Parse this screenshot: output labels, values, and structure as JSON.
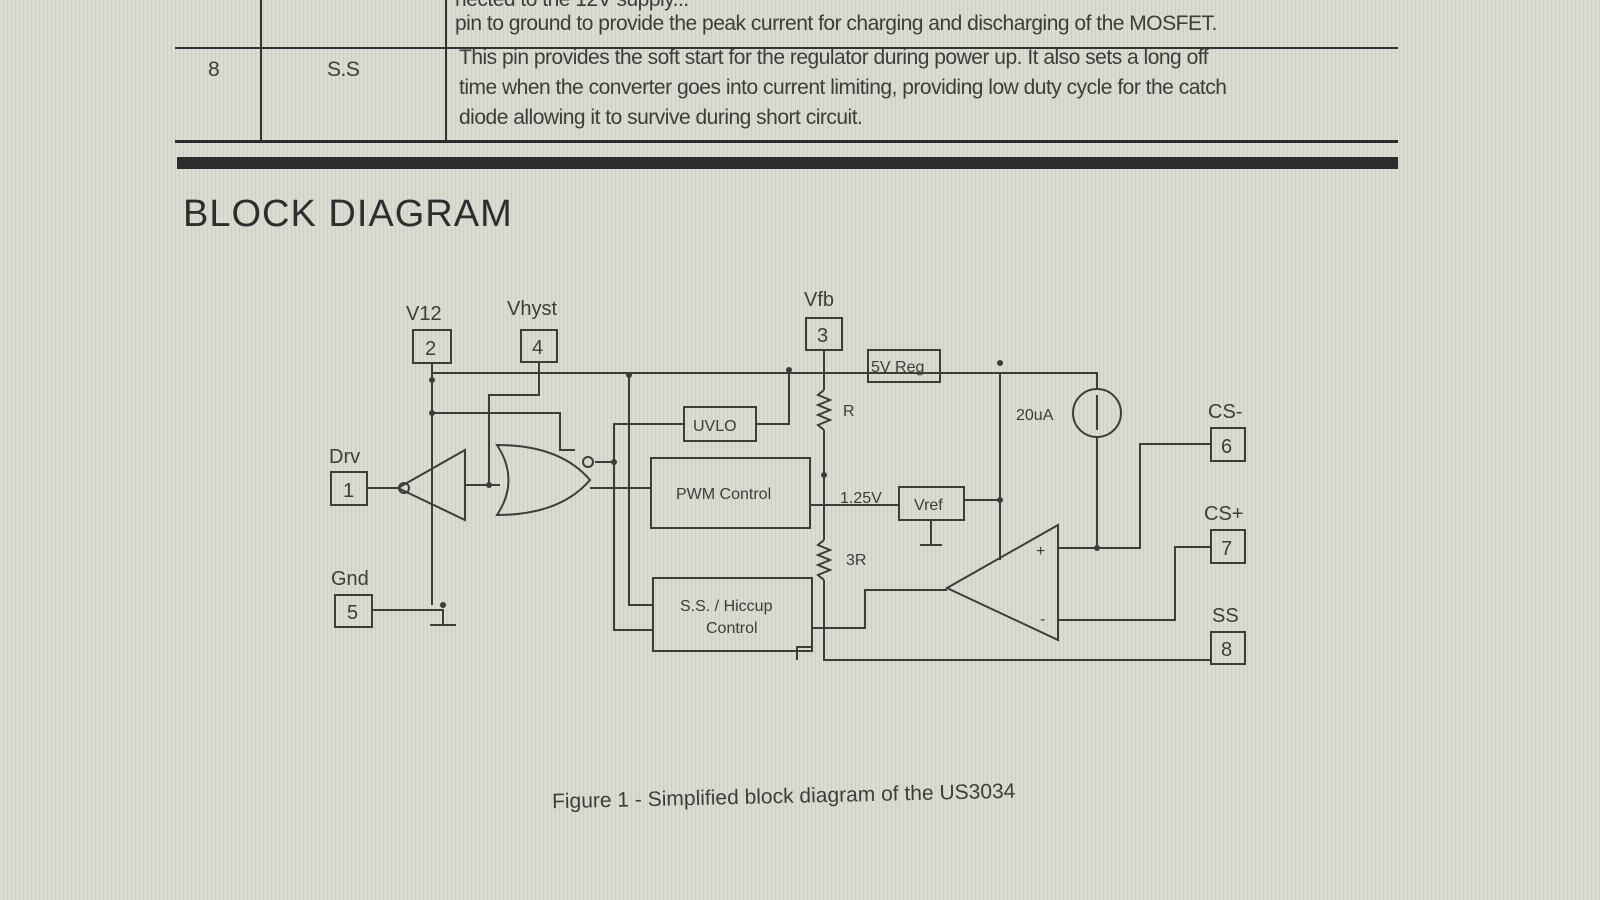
{
  "pin_table": {
    "rows": [
      {
        "number": "",
        "name": "",
        "description_lines": [
          "nected to the 12V supply...",
          "pin to ground to provide the peak current for charging and discharging of the MOSFET."
        ]
      },
      {
        "number": "8",
        "name": "S.S",
        "description_lines": [
          "This pin provides the soft start for the regulator during power up. It also sets a long off",
          "time when the converter goes into current limiting, providing low duty cycle for the catch",
          "diode allowing it to survive during short circuit."
        ]
      }
    ]
  },
  "section_heading": "BLOCK DIAGRAM",
  "diagram": {
    "pins": {
      "v12": {
        "label": "V12",
        "number": "2"
      },
      "vhyst": {
        "label": "Vhyst",
        "number": "4"
      },
      "vfb": {
        "label": "Vfb",
        "number": "3"
      },
      "drv": {
        "label": "Drv",
        "number": "1"
      },
      "gnd": {
        "label": "Gnd",
        "number": "5"
      },
      "cs_minus": {
        "label": "CS-",
        "number": "6"
      },
      "cs_plus": {
        "label": "CS+",
        "number": "7"
      },
      "ss": {
        "label": "SS",
        "number": "8"
      }
    },
    "blocks": {
      "reg": "5V Reg",
      "uvlo": "UVLO",
      "pwm": "PWM Control",
      "vref": "Vref",
      "ss_line1": "S.S. / Hiccup",
      "ss_line2": "Control"
    },
    "labels": {
      "r": "R",
      "r3": "3R",
      "v125": "1.25V",
      "current": "20uA",
      "plus": "+",
      "minus": "-"
    }
  },
  "caption": "Figure 1 - Simplified block diagram of the US3034"
}
